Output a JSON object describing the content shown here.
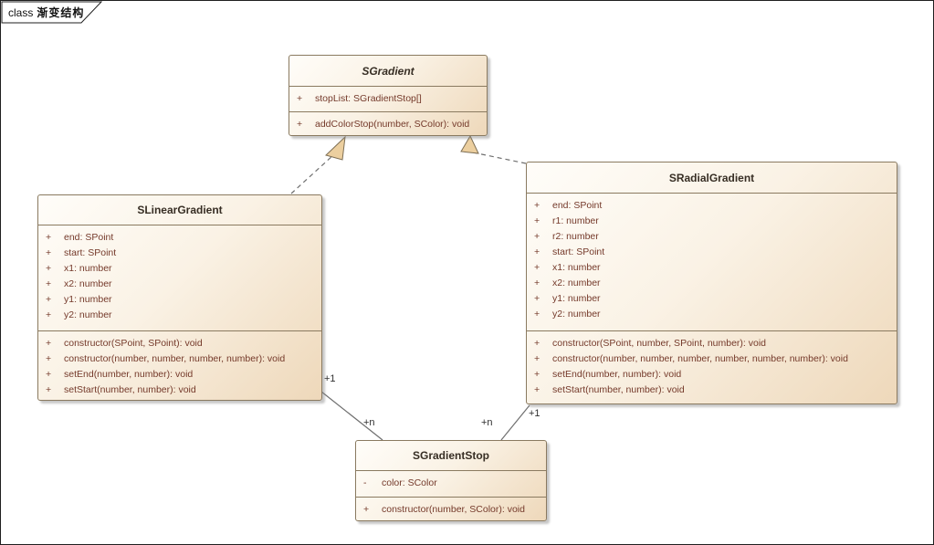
{
  "tab": {
    "keyword": "class",
    "title": "渐变结构"
  },
  "classes": {
    "gradient": {
      "name": "SGradient",
      "stereotype": "abstract",
      "attributes": [
        {
          "vis": "+",
          "text": "stopList: SGradientStop[]"
        }
      ],
      "methods": [
        {
          "vis": "+",
          "text": "addColorStop(number, SColor): void"
        }
      ]
    },
    "linear": {
      "name": "SLinearGradient",
      "attributes": [
        {
          "vis": "+",
          "text": "end: SPoint"
        },
        {
          "vis": "+",
          "text": "start: SPoint"
        },
        {
          "vis": "+",
          "text": "x1: number"
        },
        {
          "vis": "+",
          "text": "x2: number"
        },
        {
          "vis": "+",
          "text": "y1: number"
        },
        {
          "vis": "+",
          "text": "y2: number"
        }
      ],
      "methods": [
        {
          "vis": "+",
          "text": "constructor(SPoint, SPoint): void"
        },
        {
          "vis": "+",
          "text": "constructor(number, number, number, number): void"
        },
        {
          "vis": "+",
          "text": "setEnd(number, number): void"
        },
        {
          "vis": "+",
          "text": "setStart(number, number): void"
        }
      ]
    },
    "radial": {
      "name": "SRadialGradient",
      "attributes": [
        {
          "vis": "+",
          "text": "end: SPoint"
        },
        {
          "vis": "+",
          "text": "r1: number"
        },
        {
          "vis": "+",
          "text": "r2: number"
        },
        {
          "vis": "+",
          "text": "start: SPoint"
        },
        {
          "vis": "+",
          "text": "x1: number"
        },
        {
          "vis": "+",
          "text": "x2: number"
        },
        {
          "vis": "+",
          "text": "y1: number"
        },
        {
          "vis": "+",
          "text": "y2: number"
        }
      ],
      "methods": [
        {
          "vis": "+",
          "text": "constructor(SPoint, number, SPoint, number): void"
        },
        {
          "vis": "+",
          "text": "constructor(number, number, number, number, number, number): void"
        },
        {
          "vis": "+",
          "text": "setEnd(number, number): void"
        },
        {
          "vis": "+",
          "text": "setStart(number, number): void"
        }
      ]
    },
    "stop": {
      "name": "SGradientStop",
      "attributes": [
        {
          "vis": "-",
          "text": "color: SColor"
        }
      ],
      "methods": [
        {
          "vis": "+",
          "text": "constructor(number, SColor): void"
        }
      ]
    }
  },
  "connectors": {
    "linear_realizes_gradient": {
      "type": "realization"
    },
    "radial_realizes_gradient": {
      "type": "realization"
    },
    "linear_stop": {
      "source_label": "+1",
      "target_label": "+n"
    },
    "radial_stop": {
      "source_label": "+1",
      "target_label": "+n"
    }
  },
  "colors": {
    "box_fill_light": "#fffdf9",
    "box_fill_dark": "#eed8ba",
    "box_border": "#8a7a60",
    "member_text": "#74392a",
    "title_text": "#372e24",
    "connector_line": "#6f6f6f",
    "arrow_fill": "#eccf9f",
    "frame_border": "#1f1f1f"
  }
}
